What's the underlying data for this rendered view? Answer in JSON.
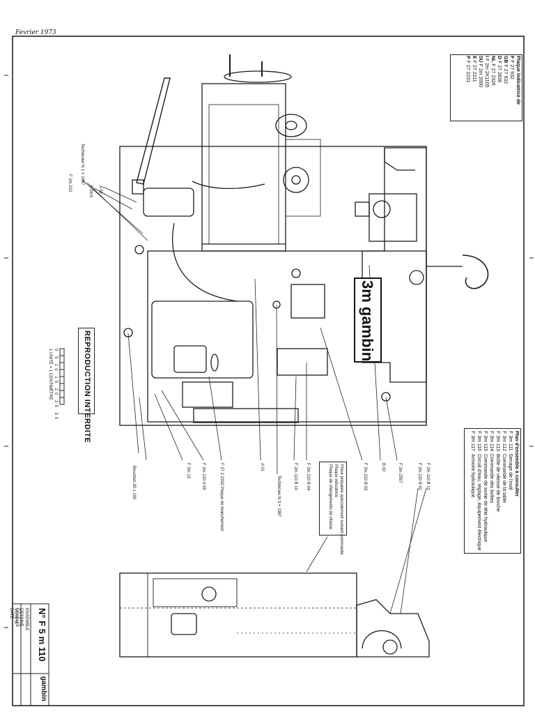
{
  "header": {
    "date_note": "Fevrier 1973"
  },
  "patent_table": {
    "title": "Plaque indicatrice de",
    "rows": [
      {
        "code": "F",
        "value": "F 27 932"
      },
      {
        "code": "GB",
        "value": "F 27 932"
      },
      {
        "code": "D",
        "value": "F 27 2836"
      },
      {
        "code": "NL",
        "value": "F 27 2326"
      },
      {
        "code": "I",
        "value": "F 2m 2K1105"
      },
      {
        "code": "SU",
        "value": "F 2m 2000"
      },
      {
        "code": "E",
        "value": "F 27 2211"
      },
      {
        "code": "P",
        "value": "F 27 2231"
      }
    ]
  },
  "assembly_table": {
    "title": "Plan d'ensemble à consulter",
    "rows": [
      {
        "ref": "F 3m 111",
        "desc": "Serrage de l'outil"
      },
      {
        "ref": "F 3m 112",
        "desc": "Commande de la table"
      },
      {
        "ref": "F 3m 113",
        "desc": "Boîte de vitesse de broche"
      },
      {
        "ref": "F 3m 114",
        "desc": "Commande des boîtes"
      },
      {
        "ref": "F 3m 115",
        "desc": "Commande de sortie de tête hydraulique"
      },
      {
        "ref": "F 3m 116",
        "desc": "Circuit d'eau, réglage, équipement électrique"
      },
      {
        "ref": "F 3m 117",
        "desc": "Armoire hydraulique"
      }
    ]
  },
  "reproduction": {
    "warning": "REPRODUCTION INTERDITE",
    "unit": "1 UNITÉ = 1 CENTIMÈTRE",
    "scale_ticks": [
      "0",
      "5",
      "10",
      "15",
      "20",
      "25",
      "30"
    ]
  },
  "brand": {
    "logo_text": "3m gambin"
  },
  "callouts": [
    "Technicien N 1 + 1987",
    "F 2m3",
    "A 02",
    "F 2m 210",
    "F 2m 210 A 05",
    "F 2m 13",
    "Bouchon 30 x 100",
    "F 27 2 2332 Plaque de branchement",
    "A 01",
    "Technicien N 3 + 1987",
    "F 2m 210 B 04",
    "F 2m 110 B 10",
    "F 2m 210 B 03",
    "B 02",
    "F 2m 2557",
    "F 2m 210 B 01",
    "F 2m 110 B 12",
    "Pièce préparée spécialement suivant commande",
    "Plaque indicatrice",
    "Plaque de changements de vitesse"
  ],
  "title_block": {
    "drawing_number": "N° F 5 m 110",
    "company": "gambin",
    "fields": [
      "ENSEMBLE",
      "DESSINÉ",
      "VÉRIFIÉ",
      "ÉCHELLE",
      "DATE"
    ]
  }
}
